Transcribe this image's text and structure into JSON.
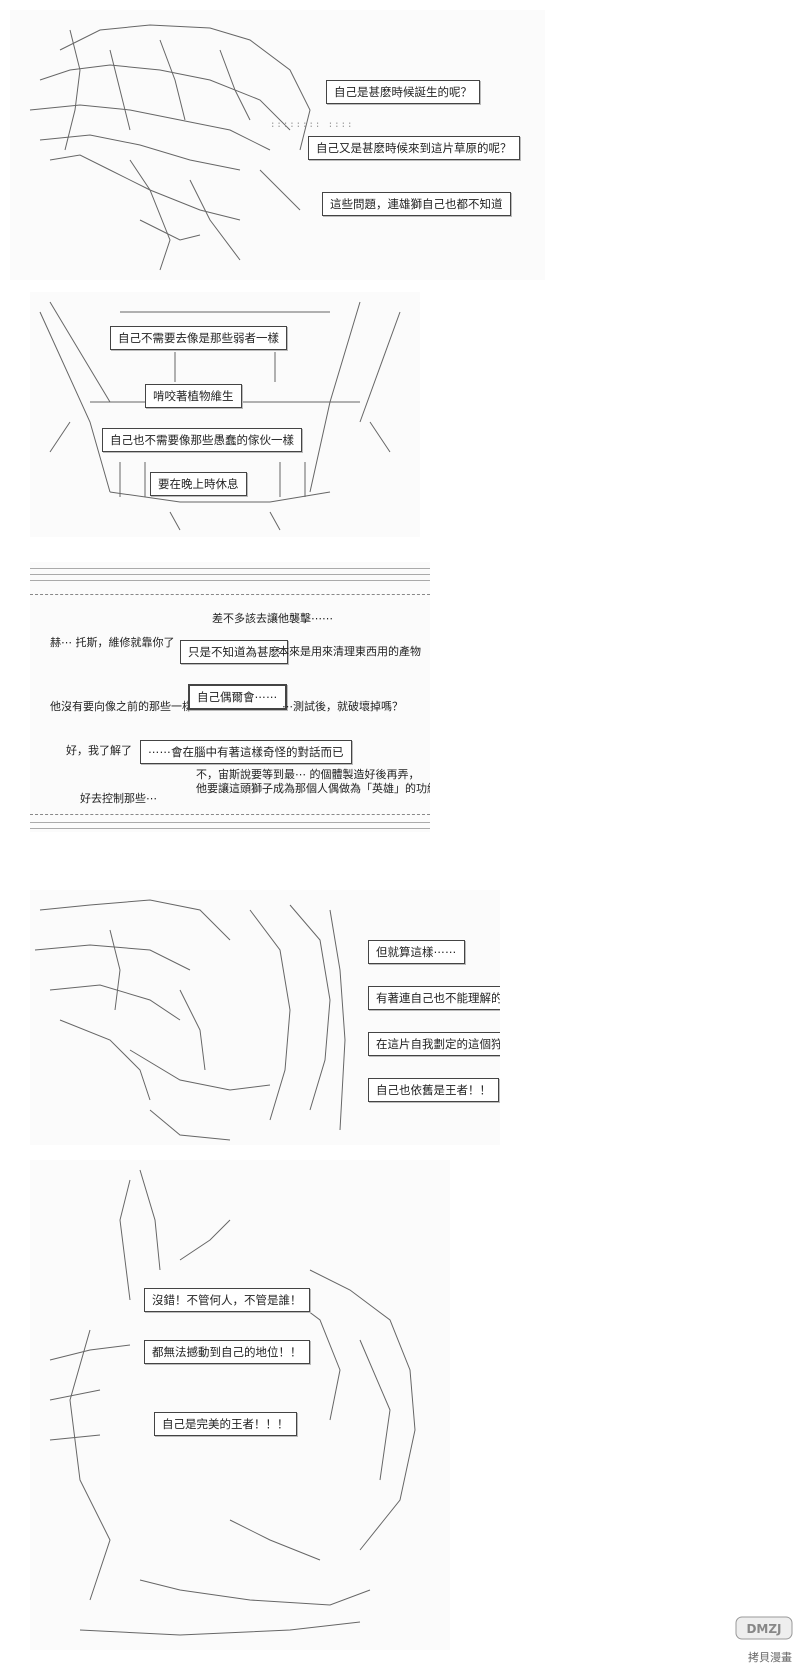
{
  "panel1": {
    "bubbles": [
      "自己是甚麽時候誕生的呢？",
      "自己又是甚麽時候來到這片草原的呢？",
      "這些問題，連雄獅自己也都不知道"
    ]
  },
  "panel2": {
    "bubbles": [
      "自己不需要去像是那些弱者一樣",
      "啃咬著植物維生",
      "自己也不需要像那些愚蠢的傢伙一樣",
      "要在晚上時休息"
    ]
  },
  "panel3": {
    "lines": [
      "差不多該去讓他襲擊⋯⋯",
      "赫⋯ 托斯，維修就靠你了",
      "只是不知道為甚麽",
      "本來是用來清理東西用的產物",
      "他沒有要向像之前的那些一樣",
      "自己偶爾會⋯⋯",
      "⋯測試後，就破壞掉嗎？",
      "好，我了解了",
      "⋯⋯會在腦中有著這樣奇怪的對話而已",
      "不，宙斯說要等到最⋯ 的個體製造好後再弄，",
      "他要讓這頭獅子成為那個人偶做為「英雄」的功績",
      "好去控制那些⋯"
    ]
  },
  "panel4": {
    "bubbles": [
      "但就算這樣⋯⋯",
      "有著連自己也不能理解的問題在⋯⋯",
      "在這片自我劃定的這個狩獵場內⋯⋯",
      "自己也依舊是王者！！"
    ]
  },
  "panel5": {
    "bubbles": [
      "沒錯！不管何人，不管是誰！",
      "都無法撼動到自己的地位！！",
      "自己是完美的王者！！！"
    ]
  },
  "watermark": {
    "logo": "DMZJ",
    "label": "拷貝漫畫"
  }
}
